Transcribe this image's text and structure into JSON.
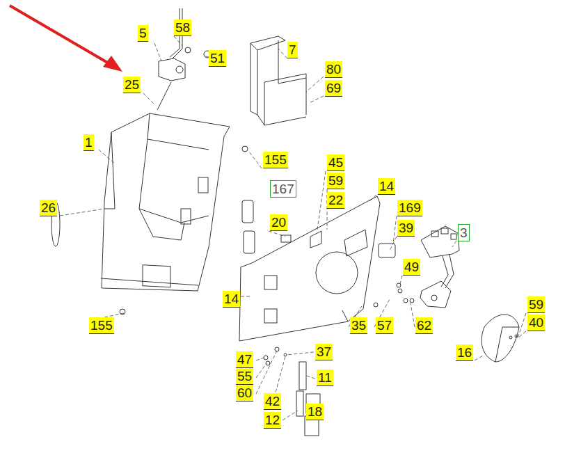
{
  "diagram": {
    "labels": [
      "5",
      "58",
      "51",
      "25",
      "7",
      "80",
      "69",
      "1",
      "155",
      "45",
      "59",
      "22",
      "167",
      "14",
      "169",
      "39",
      "3",
      "26",
      "20",
      "14",
      "49",
      "155",
      "35",
      "57",
      "62",
      "59",
      "40",
      "16",
      "47",
      "37",
      "55",
      "60",
      "42",
      "11",
      "12",
      "18"
    ]
  }
}
